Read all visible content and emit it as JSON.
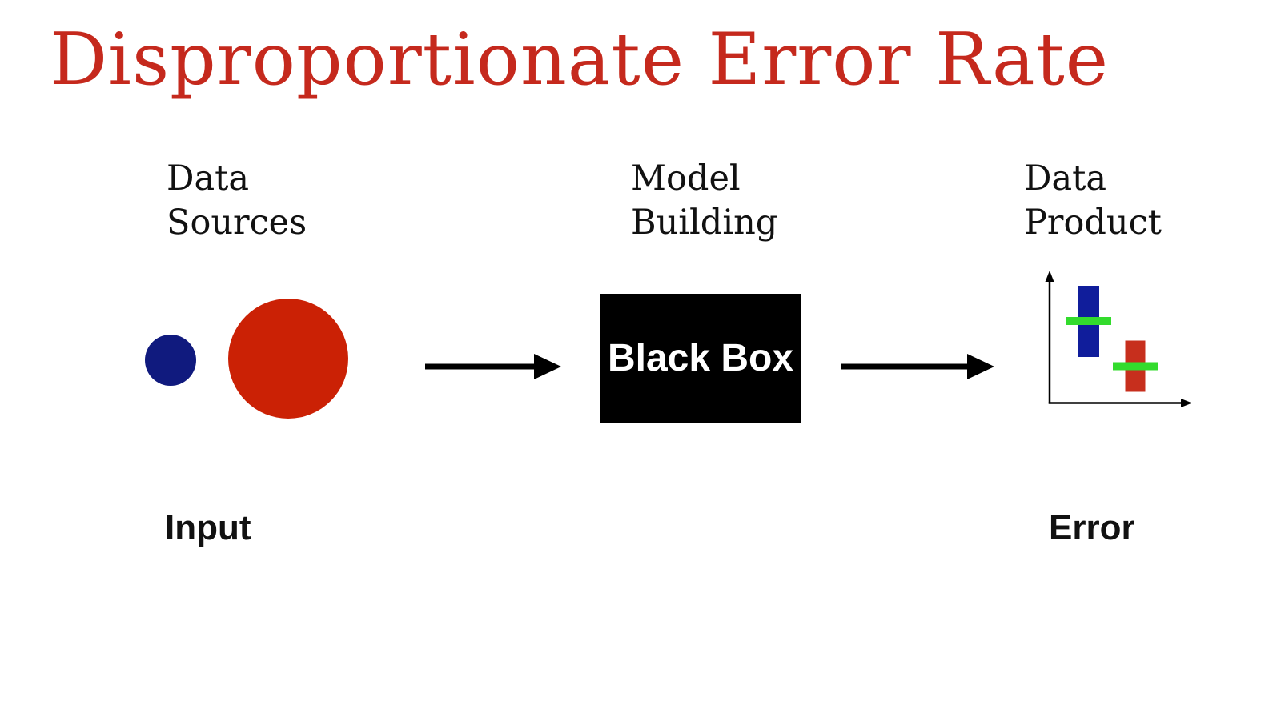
{
  "slide": {
    "title": "Disproportionate Error Rate"
  },
  "columns": {
    "data_sources": {
      "line1": "Data",
      "line2": "Sources"
    },
    "model_building": {
      "line1": "Model",
      "line2": "Building"
    },
    "data_product": {
      "line1": "Data",
      "line2": "Product"
    }
  },
  "black_box": {
    "label": "Black Box"
  },
  "bottom_labels": {
    "input": "Input",
    "error": "Error"
  },
  "icons": {
    "data_sources": [
      "small-blue-circle",
      "large-red-circle"
    ],
    "flow": [
      "right-arrow",
      "right-arrow"
    ],
    "data_product": "mini-chart-with-error-bars"
  },
  "colors": {
    "title_red": "#C5291D",
    "source_circle_blue": "#101A7E",
    "source_circle_red": "#CB2105",
    "chart_bar_blue": "#101D9B",
    "chart_bar_red": "#C72F1D",
    "chart_error_green": "#33DB2D",
    "box_black": "#000000",
    "text_black": "#111111",
    "background": "#FFFFFF"
  }
}
